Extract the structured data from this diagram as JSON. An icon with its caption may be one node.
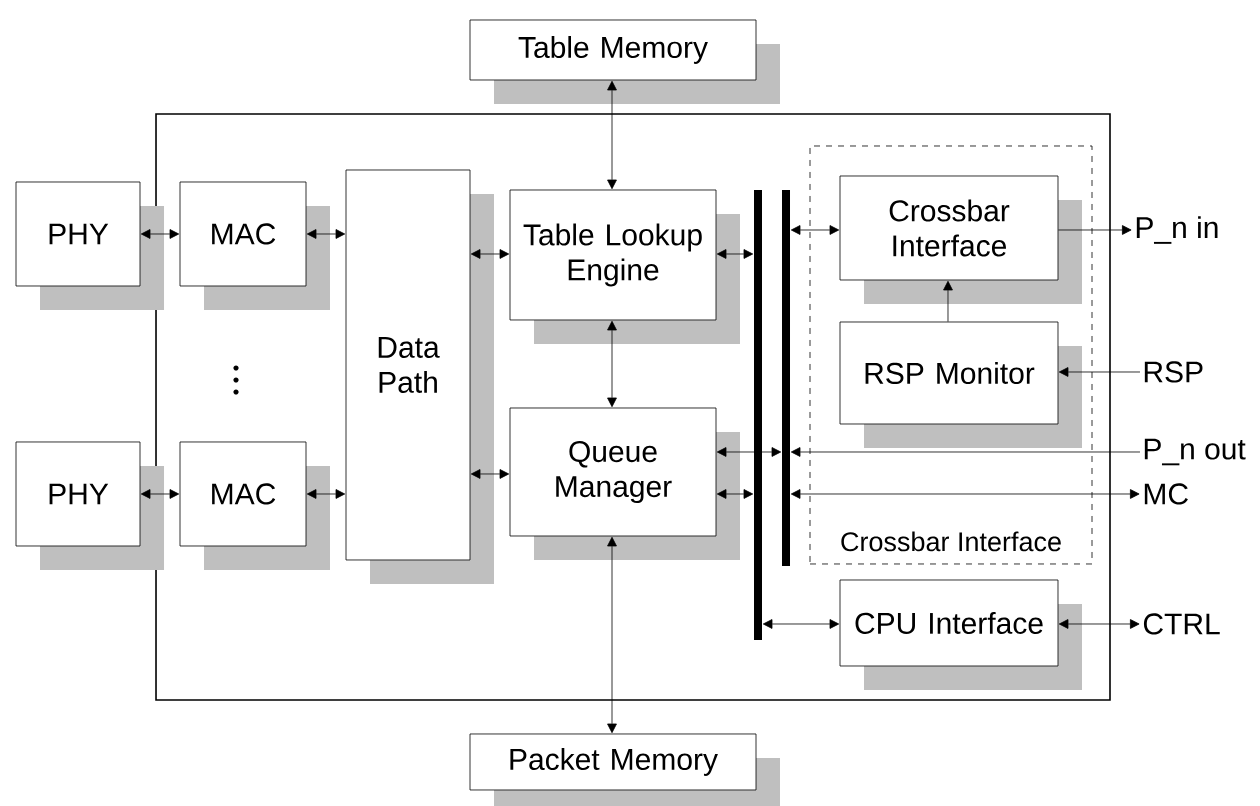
{
  "diagram": {
    "nodes": [
      {
        "text": [
          "Table Memory"
        ]
      },
      {
        "text": [],
        "shape": "box"
      },
      {
        "text": [
          "PHY"
        ]
      },
      {
        "text": [
          "MAC"
        ],
        "in": 1
      },
      {
        "text": [
          "PHY"
        ]
      },
      {
        "text": [
          "MAC"
        ],
        "in": 1
      },
      {
        "text": [
          "Data Path"
        ],
        "in": 1
      },
      {
        "text": [
          "Table Lookup Engine"
        ],
        "in": 1
      },
      {
        "text": [
          "Queue Manager"
        ],
        "in": 1
      },
      {
        "text": [],
        "shape": "bar",
        "in": 1
      },
      {
        "text": [],
        "shape": "bar",
        "in": 1
      },
      {
        "text": [
          "Crossbar Interface"
        ],
        "in": 1
      },
      {
        "text": [
          "Crossbar Interface"
        ],
        "in": 11
      },
      {
        "text": [
          "RSP Monitor"
        ],
        "in": 11
      },
      {
        "text": [
          "CPU Interface"
        ],
        "in": 1
      },
      {
        "text": [
          "P_n in"
        ]
      },
      {
        "text": [
          "RSP"
        ]
      },
      {
        "text": [
          "P_n out"
        ]
      },
      {
        "text": [
          "MC"
        ]
      },
      {
        "text": [
          "CTRL"
        ]
      },
      {
        "text": [
          "Packet Memory"
        ]
      }
    ],
    "edges": [
      {
        "from": 0,
        "to": 7,
        "arrow": "both"
      },
      {
        "from": 2,
        "to": 3,
        "arrow": "both"
      },
      {
        "from": 4,
        "to": 5,
        "arrow": "both"
      },
      {
        "from": 3,
        "to": 6,
        "arrow": "both"
      },
      {
        "from": 5,
        "to": 6,
        "arrow": "both"
      },
      {
        "from": 6,
        "to": 7,
        "arrow": "both"
      },
      {
        "from": 6,
        "to": 8,
        "arrow": "both"
      },
      {
        "from": 7,
        "to": 9,
        "arrow": "both"
      },
      {
        "from": 7,
        "to": 8,
        "arrow": "both"
      },
      {
        "from": 8,
        "to": 10,
        "arrow": "both"
      },
      {
        "from": 8,
        "to": 9,
        "arrow": "both"
      },
      {
        "from": 12,
        "to": 10,
        "arrow": "both"
      },
      {
        "from": 12,
        "to": 15,
        "arrow": "to"
      },
      {
        "from": 13,
        "to": 12,
        "arrow": "to"
      },
      {
        "from": 16,
        "to": 13,
        "arrow": "to"
      },
      {
        "from": 17,
        "to": 10,
        "arrow": "to"
      },
      {
        "from": 10,
        "to": 18,
        "arrow": "both"
      },
      {
        "from": 9,
        "to": 14,
        "arrow": "both"
      },
      {
        "from": 14,
        "to": 19,
        "arrow": "both"
      },
      {
        "from": 8,
        "to": 20,
        "arrow": "both"
      }
    ]
  }
}
